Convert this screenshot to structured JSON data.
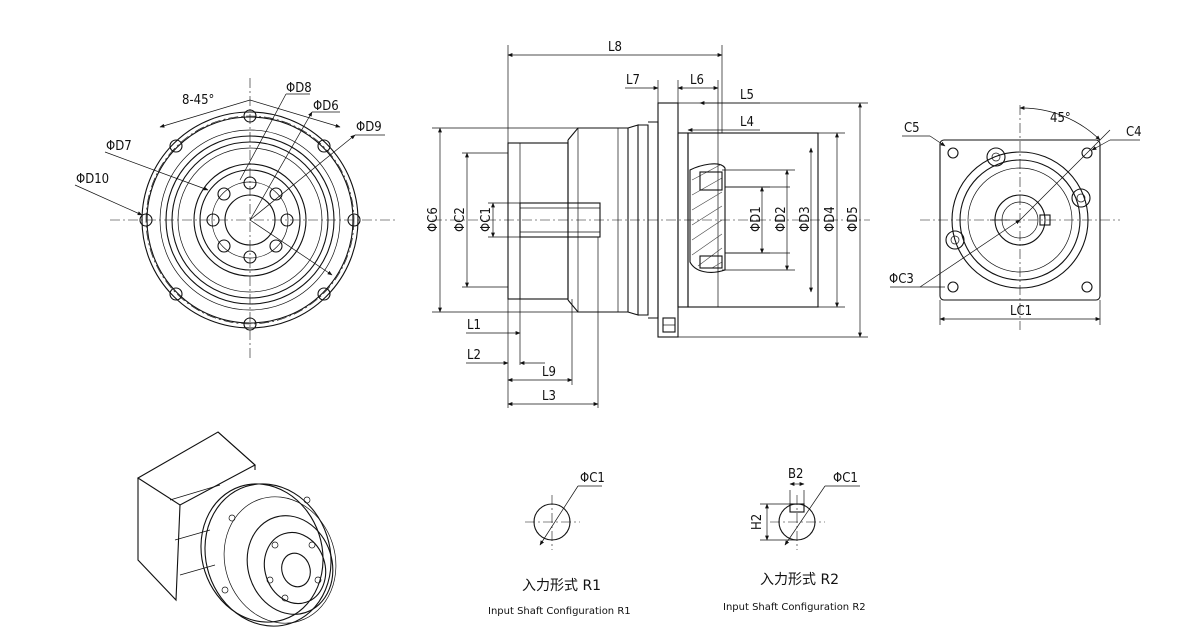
{
  "labels": {
    "d8": "ΦD8",
    "d6": "ΦD6",
    "d9": "ΦD9",
    "d7": "ΦD7",
    "d10": "ΦD10",
    "bolt": "8-45°",
    "l8": "L8",
    "l7": "L7",
    "l6": "L6",
    "l5": "L5",
    "l4": "L4",
    "c6": "ΦC6",
    "c2": "ΦC2",
    "c1": "ΦC1",
    "d1": "ΦD1",
    "d2": "ΦD2",
    "d3": "ΦD3",
    "d4": "ΦD4",
    "d5": "ΦD5",
    "l1": "L1",
    "l2": "L2",
    "l9": "L9",
    "l3": "L3",
    "angle": "45°",
    "c5": "C5",
    "c4": "C4",
    "c3": "ΦC3",
    "lc1": "LC1",
    "r1_c1": "ΦC1",
    "r2_b2": "B2",
    "r2_c1": "ΦC1",
    "r2_h2": "H2"
  },
  "captions": {
    "r1_cn": "入力形式 R1",
    "r1_en": "Input Shaft Configuration R1",
    "r2_cn": "入力形式 R2",
    "r2_en": "Input Shaft Configuration R2"
  }
}
